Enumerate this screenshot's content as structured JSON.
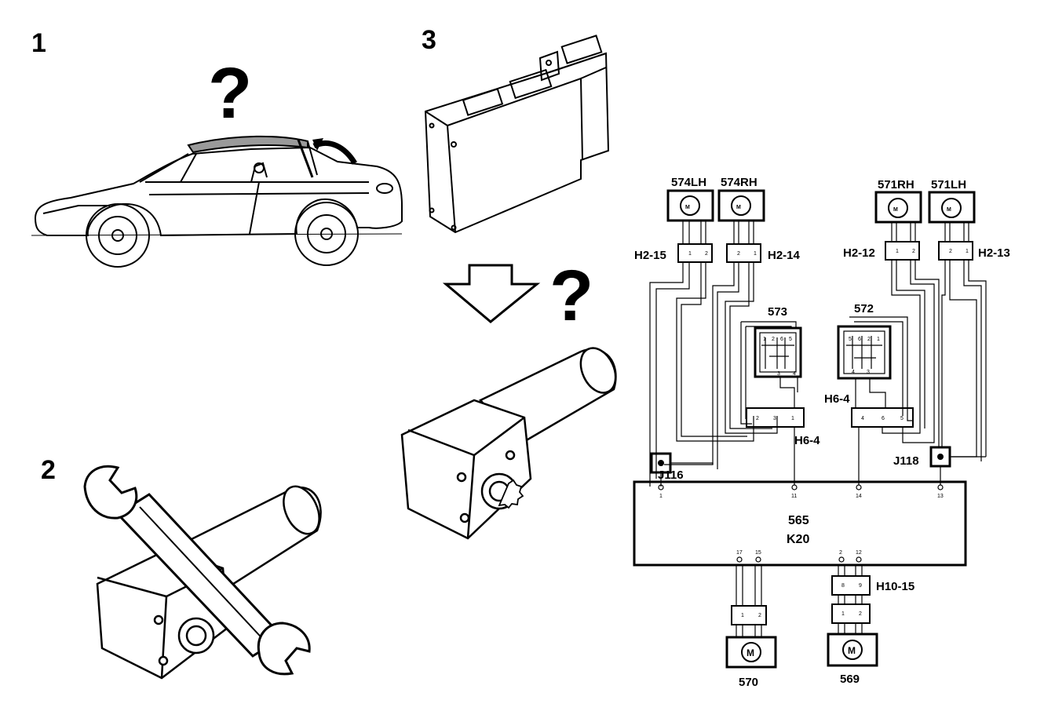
{
  "steps": {
    "one": "1",
    "two": "2",
    "three": "3"
  },
  "question_marks": {
    "car": "?",
    "actuator": "?"
  },
  "motors": {
    "m574lh": "574LH",
    "m574rh": "574RH",
    "m571rh": "571RH",
    "m571lh": "571LH",
    "m570": "570",
    "m569": "569",
    "symbol": "M"
  },
  "connectors": {
    "h2_15": "H2-15",
    "h2_14": "H2-14",
    "h2_12": "H2-12",
    "h2_13": "H2-13",
    "h6_4_left": "H6-4",
    "h6_4_right": "H6-4",
    "h10_15": "H10-15",
    "j116": "J116",
    "j118": "J118"
  },
  "switches": {
    "s573": "573",
    "s572": "572"
  },
  "control_unit": {
    "number": "565",
    "code": "K20"
  },
  "pins": {
    "cu_top": [
      "1",
      "11",
      "14",
      "13"
    ],
    "cu_bottom": [
      "17",
      "15",
      "2",
      "12"
    ],
    "h2_15": [
      "1",
      "2"
    ],
    "h2_14": [
      "2",
      "1"
    ],
    "h2_12": [
      "1",
      "2"
    ],
    "h2_13": [
      "2",
      "1"
    ],
    "h6_left": [
      "2",
      "3",
      "1"
    ],
    "h6_right": [
      "4",
      "6",
      "5"
    ],
    "h10_15": [
      "8",
      "9"
    ],
    "low_left": [
      "1",
      "2"
    ],
    "low_right": [
      "1",
      "2"
    ],
    "s573_top": [
      "1",
      "2",
      "6",
      "5"
    ],
    "s573_bot": [
      "3",
      "4"
    ],
    "s572_top": [
      "5",
      "6",
      "2",
      "1"
    ],
    "s572_bot": [
      "4",
      "3"
    ]
  }
}
